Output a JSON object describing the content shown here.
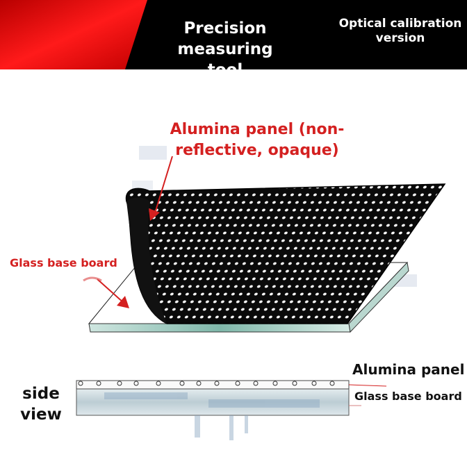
{
  "banner": {
    "title_line1": "Precision measuring",
    "title_line2": "tool",
    "subtitle_line1": "Optical calibration",
    "subtitle_line2": "version"
  },
  "diagram": {
    "alumina_label_line1": "Alumina panel (non-",
    "alumina_label_line2": "reflective, opaque)",
    "glass_label": "Glass base board"
  },
  "side_view": {
    "label_line1": "side",
    "label_line2": "view",
    "alumina_label": "Alumina panel",
    "glass_label": "Glass base board"
  },
  "colors": {
    "accent_red": "#d42020",
    "banner_black": "#000000",
    "panel_black": "#0a0a0a",
    "glass_edge": "#8fc4b8"
  }
}
